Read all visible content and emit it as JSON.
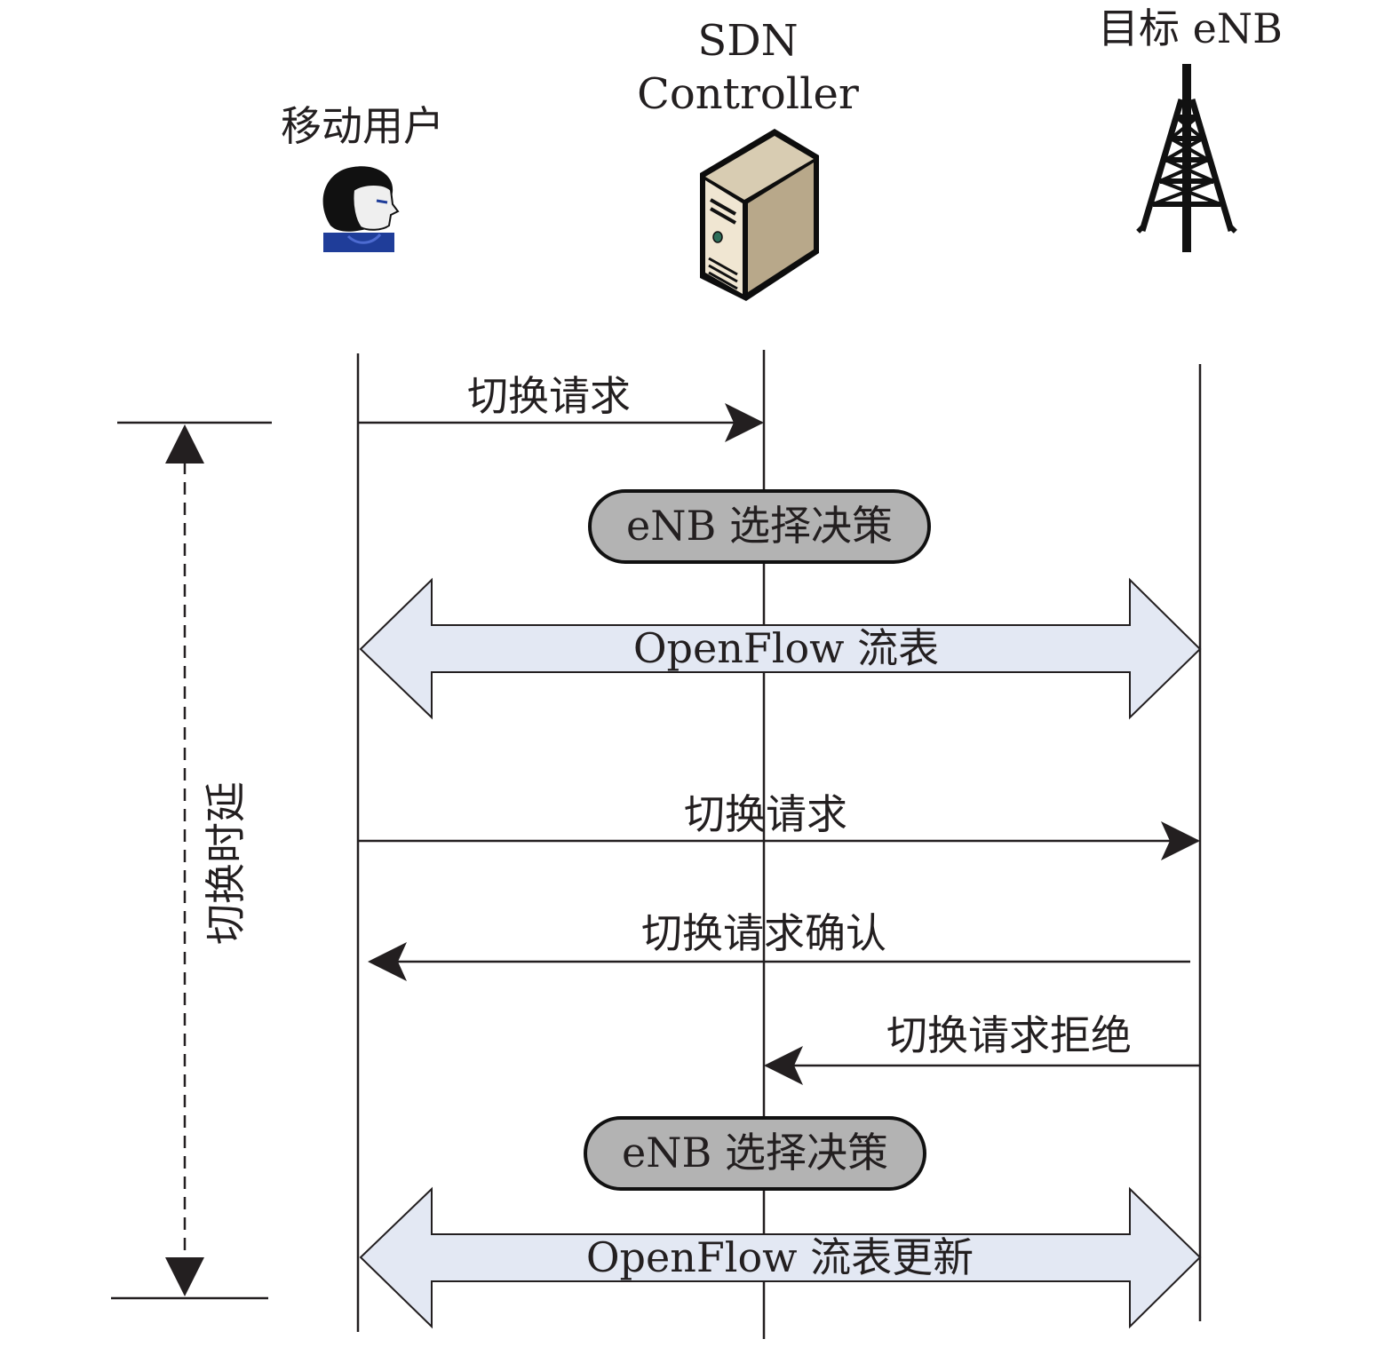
{
  "participants": {
    "mobile_user": {
      "label": "移动用户",
      "icon": "user-icon"
    },
    "sdn_controller": {
      "label_line1": "SDN",
      "label_line2": "Controller",
      "icon": "server-icon"
    },
    "target_enb": {
      "label": "目标 eNB",
      "icon": "cell-tower-icon"
    }
  },
  "messages": {
    "handover_request_1": "切换请求",
    "enb_decision_1": "eNB 选择决策",
    "openflow_table": "OpenFlow 流表",
    "handover_request_2": "切换请求",
    "handover_request_ack": "切换请求确认",
    "handover_request_reject": "切换请求拒绝",
    "enb_decision_2": "eNB 选择决策",
    "openflow_table_update": "OpenFlow 流表更新"
  },
  "latency": {
    "label": "切换时延"
  },
  "colors": {
    "line": "#231f20",
    "decision_fill": "#b3b3b3",
    "flow_arrow_fill": "#e3e8f3",
    "server_body": "#e8dcc6",
    "user_shirt": "#1f3d99"
  }
}
